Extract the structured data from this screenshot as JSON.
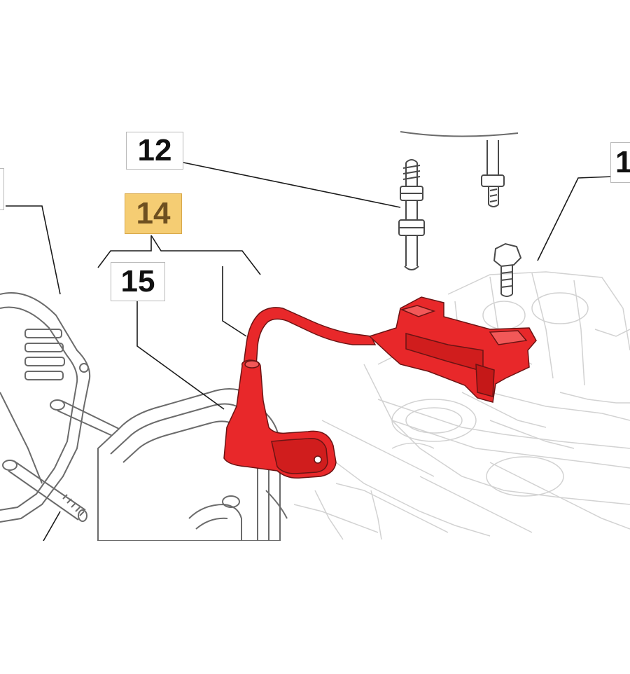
{
  "callouts": {
    "c12": "12",
    "c14": "14",
    "c15": "15",
    "c1_right_partial": "1",
    "c1_left_partial": ""
  },
  "colors": {
    "highlight_part": "#e8282a",
    "callout_highlight": "#f5cd73",
    "line_art": "#6b6b6b",
    "faint_line_art": "#cfcfcf"
  },
  "icons": [
    "ignition-coil",
    "spark-plug-cap",
    "stud-bolt",
    "hex-bolt"
  ]
}
